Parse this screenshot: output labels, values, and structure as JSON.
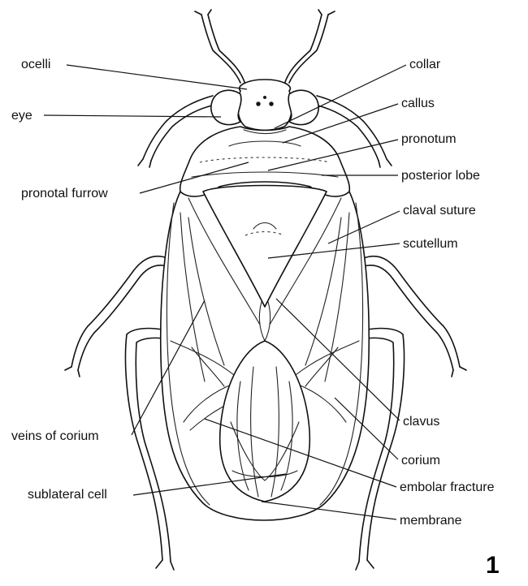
{
  "labels": {
    "ocelli": "ocelli",
    "eye": "eye",
    "pronotal_furrow": "pronotal furrow",
    "veins_of_corium": "veins of corium",
    "sublateral_cell": "sublateral cell",
    "collar": "collar",
    "callus": "callus",
    "pronotum": "pronotum",
    "posterior_lobe": "posterior lobe",
    "claval_suture": "claval suture",
    "scutellum": "scutellum",
    "clavus": "clavus",
    "corium": "corium",
    "embolar_fracture": "embolar fracture",
    "membrane": "membrane"
  },
  "figure_number": "1"
}
